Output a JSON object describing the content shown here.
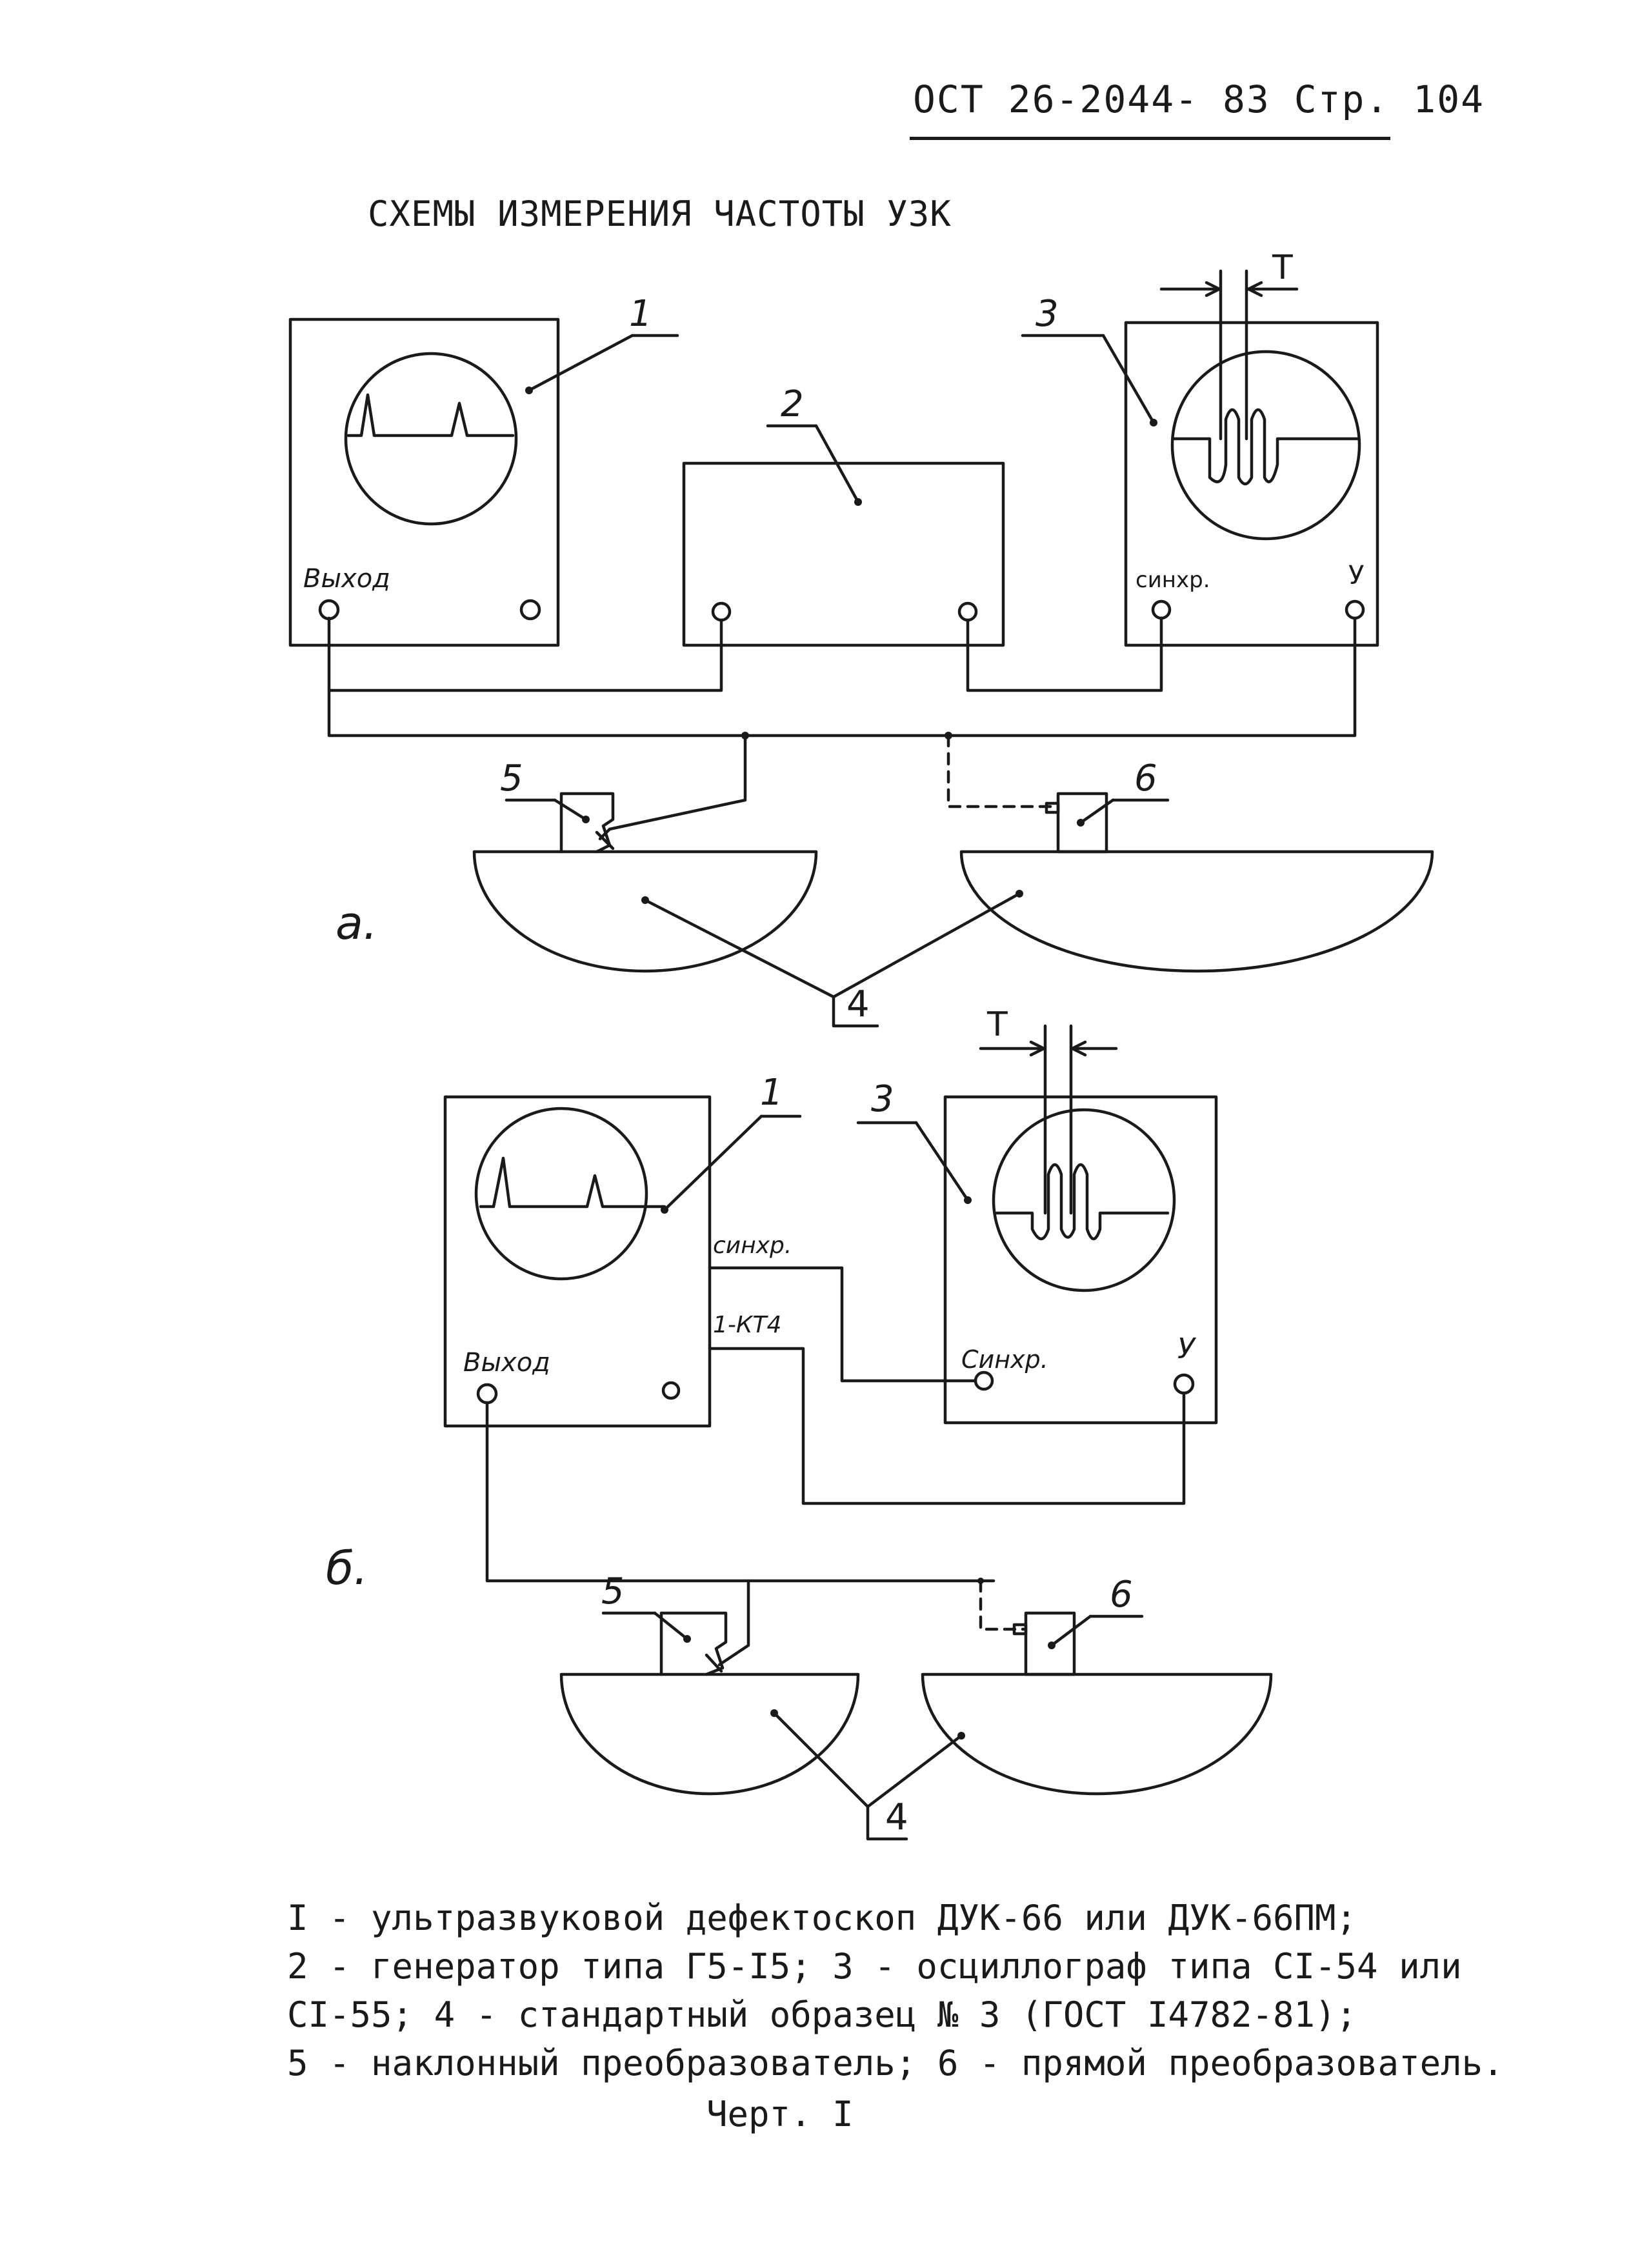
{
  "header": {
    "standard": "ОСТ 26-2044- 83 Стр. 104"
  },
  "title": "СХЕМЫ ИЗМЕРЕНИЯ ЧАСТОТЫ УЗК",
  "schemes": {
    "a": {
      "letter": "а.",
      "labels": {
        "n1": "1",
        "n2": "2",
        "n3": "3",
        "n4": "4",
        "n5": "5",
        "n6": "6",
        "period": "T"
      },
      "terminals": {
        "output": "Выход",
        "sync": "синхр.",
        "y": "У"
      }
    },
    "b": {
      "letter": "б.",
      "labels": {
        "n1": "1",
        "n3": "3",
        "n4": "4",
        "n5": "5",
        "n6": "6",
        "period": "T"
      },
      "terminals": {
        "output": "Выход",
        "sync_out": "синхр.",
        "kt": "1-КТ4",
        "sync_in": "Синхр.",
        "y": "У"
      }
    }
  },
  "legend": [
    "I - ультразвуковой дефектоскоп ДУК-66 или ДУК-66ПМ;",
    "2 - генератор типа Г5-I5; 3 - осциллограф типа СI-54 или",
    "СI-55; 4 - стандартный образец № 3 (ГОСТ I4782-81);",
    "5 - наклонный преобразователь; 6 - прямой преобразователь."
  ],
  "caption": "Черт. I"
}
